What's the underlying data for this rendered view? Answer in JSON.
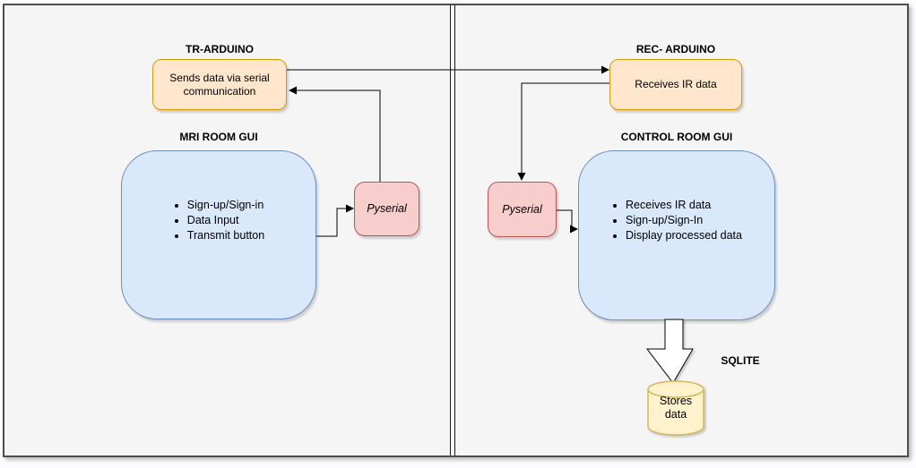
{
  "canvas": {
    "background_inside": "#f5f5f5",
    "background_outside": "#fcfcfe",
    "frame_border_color": "#4d4d4d",
    "divider_color": "#1a1a1a"
  },
  "palette": {
    "arduino_fill": "#ffe6cc",
    "arduino_stroke": "#d79b00",
    "gui_fill": "#dae8fc",
    "gui_stroke": "#6c8ebf",
    "pyserial_fill": "#f8cecc",
    "pyserial_stroke": "#b85450",
    "database_fill": "#fff2cc",
    "database_stroke": "#d6b656",
    "connector_color": "#000000"
  },
  "left_panel": {
    "tr_arduino": {
      "title": "TR-ARDUINO",
      "body": "Sends data via serial communication"
    },
    "mri_room_gui": {
      "title": "MRI ROOM GUI",
      "bullets": [
        "Sign-up/Sign-in",
        "Data Input",
        "Transmit button"
      ]
    },
    "pyserial": {
      "label": "Pyserial"
    }
  },
  "right_panel": {
    "rec_arduino": {
      "title": "REC- ARDUINO",
      "body": "Receives IR data"
    },
    "control_room_gui": {
      "title": "CONTROL ROOM GUI",
      "bullets": [
        "Receives IR data",
        "Sign-up/Sign-In",
        "Display processed data"
      ]
    },
    "pyserial": {
      "label": "Pyserial"
    },
    "sqlite": {
      "title": "SQLITE",
      "database_label": "Stores data"
    }
  }
}
